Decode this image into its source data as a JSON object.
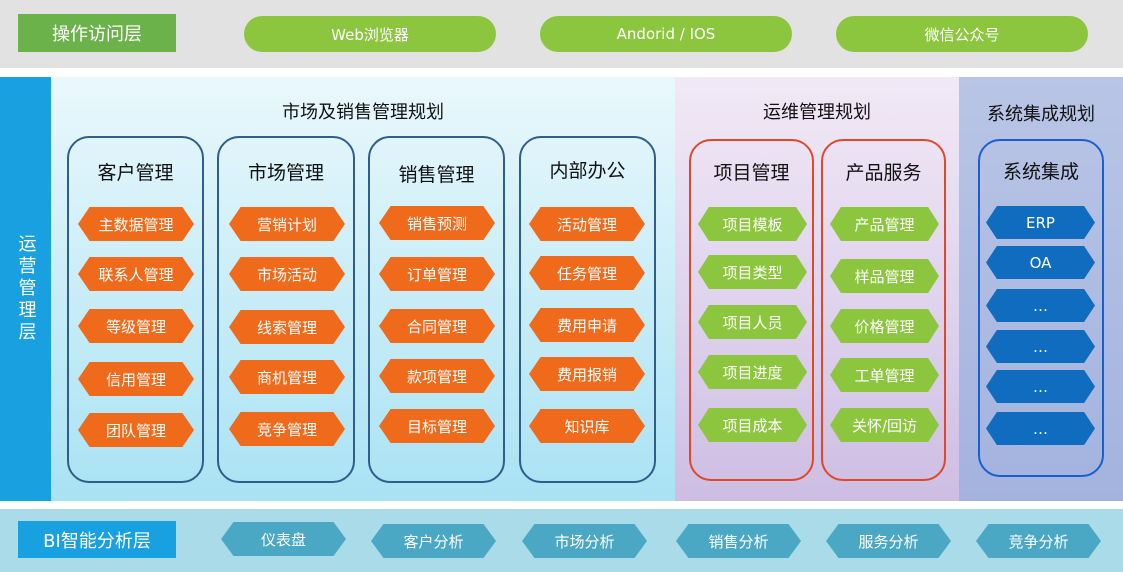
{
  "colors": {
    "green": "#8cc63f",
    "orange": "#f06a1c",
    "blue_dark": "#0f6cbe",
    "teal": "#4aa8c5",
    "layer_blue": "#19a0e0"
  },
  "top": {
    "label": "操作访问层",
    "items": [
      "Web浏览器",
      "Andorid / IOS",
      "微信公众号"
    ]
  },
  "middle": {
    "side_label": "运营管理层",
    "market": {
      "title": "市场及销售管理规划",
      "groups": [
        {
          "title": "客户管理",
          "items": [
            "主数据管理",
            "联系人管理",
            "等级管理",
            "信用管理",
            "团队管理"
          ]
        },
        {
          "title": "市场管理",
          "items": [
            "营销计划",
            "市场活动",
            "线索管理",
            "商机管理",
            "竞争管理"
          ]
        },
        {
          "title": "销售管理",
          "items": [
            "销售预测",
            "订单管理",
            "合同管理",
            "款项管理",
            "目标管理"
          ]
        },
        {
          "title": "内部办公",
          "items": [
            "活动管理",
            "任务管理",
            "费用申请",
            "费用报销",
            "知识库"
          ]
        }
      ]
    },
    "ops": {
      "title": "运维管理规划",
      "groups": [
        {
          "title": "项目管理",
          "items": [
            "项目模板",
            "项目类型",
            "项目人员",
            "项目进度",
            "项目成本"
          ]
        },
        {
          "title": "产品服务",
          "items": [
            "产品管理",
            "样品管理",
            "价格管理",
            "工单管理",
            "关怀/回访"
          ]
        }
      ]
    },
    "integration": {
      "title": "系统集成规划",
      "group": {
        "title": "系统集成",
        "items": [
          "ERP",
          "OA",
          "…",
          "…",
          "…",
          "…"
        ]
      }
    }
  },
  "bottom": {
    "label": "BI智能分析层",
    "items": [
      "仪表盘",
      "客户分析",
      "市场分析",
      "销售分析",
      "服务分析",
      "竞争分析"
    ]
  }
}
